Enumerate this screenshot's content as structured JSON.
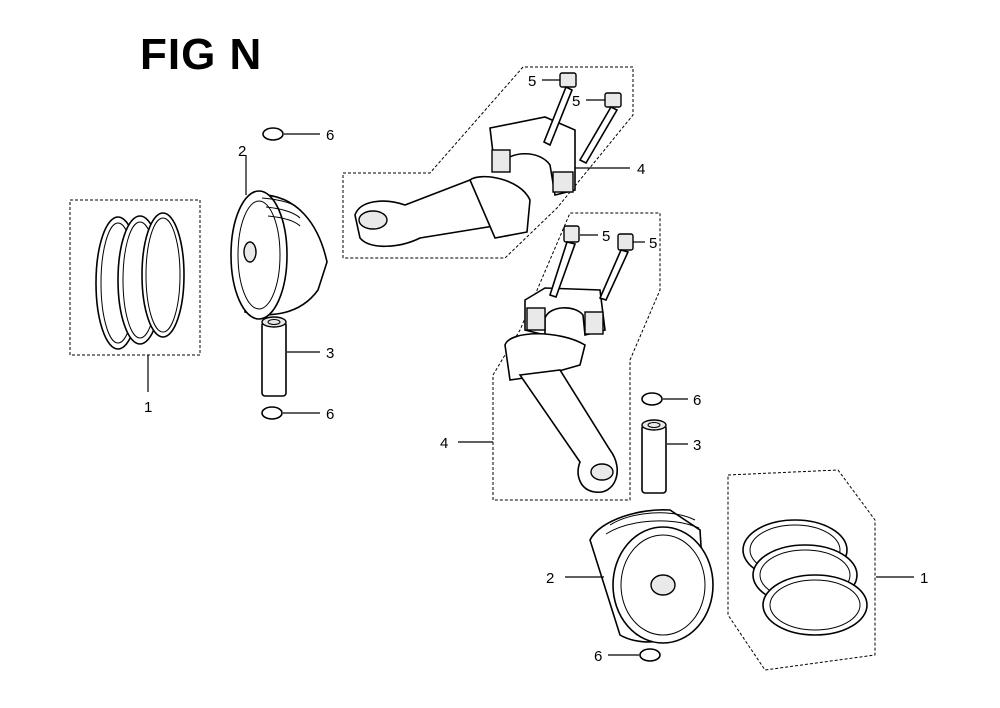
{
  "figure": {
    "title": "FIG N"
  },
  "callouts": {
    "rings_left": "1",
    "piston_left": "2",
    "pin_left": "3",
    "rod_top": "4",
    "bolt_top_a": "5",
    "bolt_top_b": "5",
    "clip_left_top": "6",
    "clip_left_bottom": "6",
    "bolt_mid_a": "5",
    "bolt_mid_b": "5",
    "clip_right_top": "6",
    "rod_mid": "4",
    "pin_right": "3",
    "rings_right": "1",
    "piston_right": "2",
    "clip_right_bottom": "6"
  }
}
